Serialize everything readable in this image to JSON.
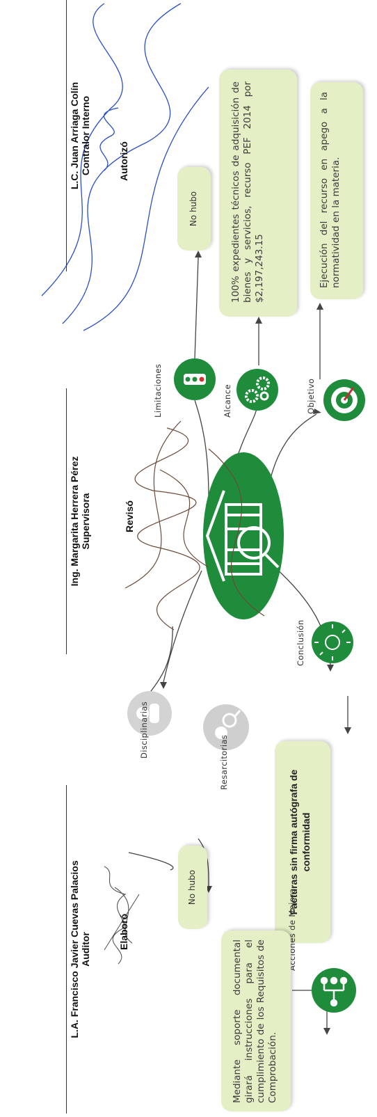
{
  "colors": {
    "green": "#1f8c3b",
    "dark_green": "#166f2c",
    "box": "#e4efc6",
    "grey": "#cfcfcf",
    "ink_blue": "#2a4fc4",
    "ink_brown": "#6b4a3a"
  },
  "center_icon": "institution-search-icon",
  "branches": {
    "conclusion": {
      "label": "Conclusión",
      "icon": "lightbulb-icon",
      "text": "Facturas sin firma autógrafa de conformidad"
    },
    "improvement": {
      "label": "Acciones de Mejora",
      "icon": "hierarchy-icon",
      "text": "Mediante soporte documental girará instrucciones para el cumplimiento de los Requisitos de Comprobación."
    },
    "resarcitorias": {
      "label": "Resarcitorias",
      "icon": "people-search-icon"
    },
    "disciplinarias": {
      "label": "Disciplinarias",
      "icon": "people-group-icon"
    },
    "no_hubo_left": "No hubo",
    "objective": {
      "label": "Objetivo",
      "icon": "target-icon",
      "text": "Ejecución del recurso en apego a la normatividad en la materia."
    },
    "scope": {
      "label": "Alcance",
      "icon": "gears-icon",
      "text": "100% expedientes técnicos de adquisición de bienes y servicios, recurso PEF 2014 por $2,197,243.15"
    },
    "limitations": {
      "label": "Limitaciones",
      "icon": "traffic-light-icon",
      "text": "No hubo"
    }
  },
  "signatures": {
    "prepared": {
      "title": "Elaboró",
      "name": "L.A. Francisco Javier Cuevas Palacios",
      "role": "Auditor"
    },
    "reviewed": {
      "title": "Revisó",
      "name": "Ing. Margarita Herrera Pérez",
      "role": "Supervisora"
    },
    "authorized": {
      "title": "Autorizó",
      "name": "L.C. Juan Arriaga Colín",
      "role": "Contralor Interno"
    }
  }
}
